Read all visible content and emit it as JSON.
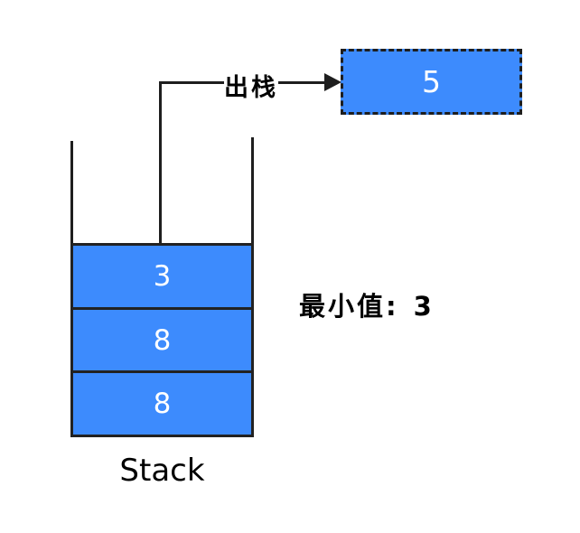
{
  "popped_box": {
    "value": "5"
  },
  "pop_arrow": {
    "label": "出栈"
  },
  "stack": {
    "title": "Stack",
    "cells": [
      "3",
      "8",
      "8"
    ]
  },
  "min_value": {
    "label": "最小值:",
    "value": "3"
  },
  "colors": {
    "box_fill": "#3d8bfd",
    "stroke": "#1e1e1e",
    "cell_text": "#ffffff",
    "label_text": "#000000",
    "background": "#ffffff"
  }
}
